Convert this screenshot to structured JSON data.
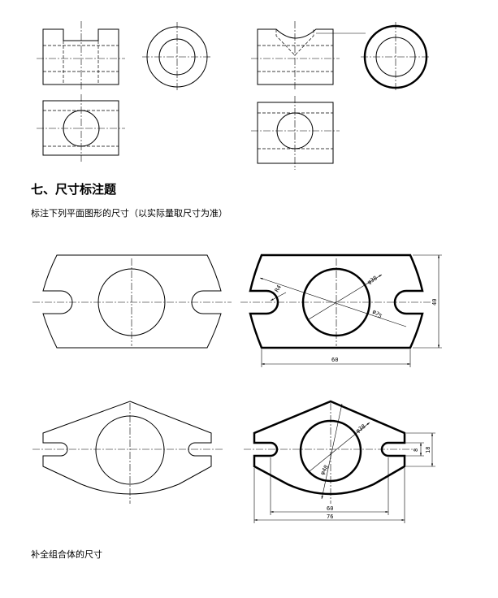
{
  "section": {
    "heading": "七、尺寸标注题",
    "instruction": "标注下列平面图形的尺寸（以实际量取尺寸为准）"
  },
  "dimensions": {
    "shape1": {
      "r": "R4",
      "dia_small": "φ38",
      "dia_large": "φ75",
      "width": "60",
      "height": "40"
    },
    "shape2": {
      "dia_top": "φ38",
      "dia_bottom": "φ48",
      "height_inner": "8",
      "height_outer": "18",
      "width_inner": "60",
      "width_outer": "76"
    }
  },
  "footer": {
    "text": "补全组合体的尺寸"
  }
}
